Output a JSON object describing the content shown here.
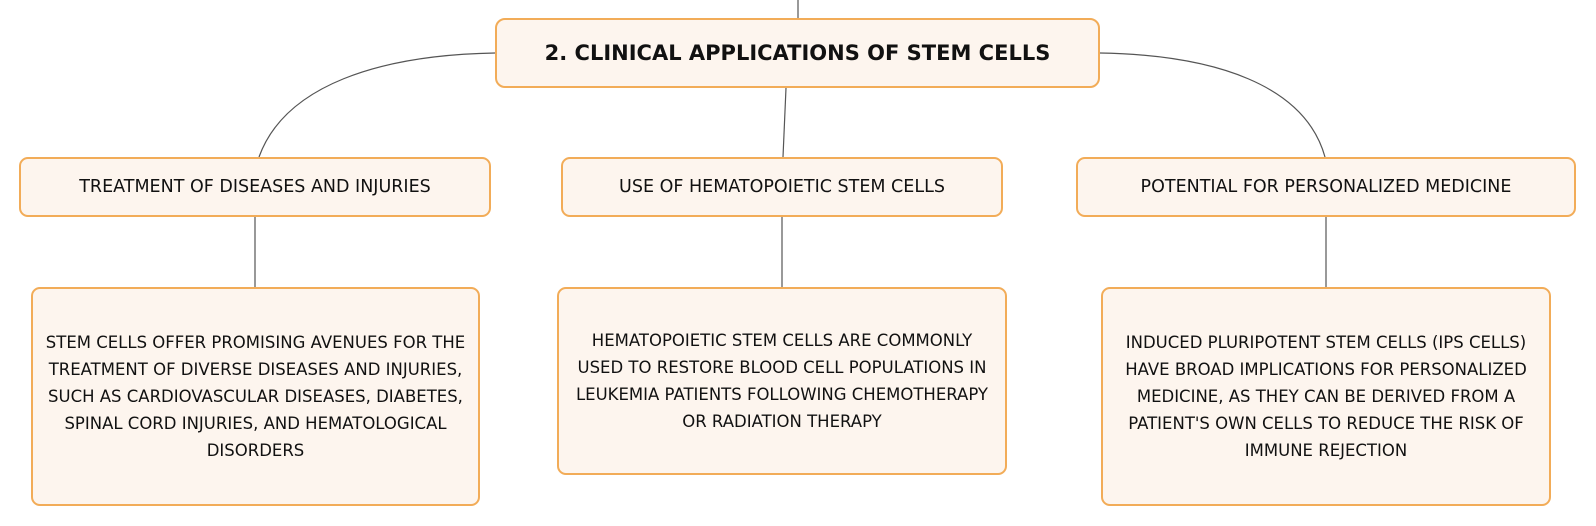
{
  "mindmap": {
    "root": {
      "label": "2. CLINICAL APPLICATIONS OF STEM CELLS"
    },
    "branches": [
      {
        "label": "TREATMENT OF DISEASES AND INJURIES",
        "detail": "STEM CELLS OFFER PROMISING AVENUES FOR THE TREATMENT OF DIVERSE DISEASES AND INJURIES, SUCH AS CARDIOVASCULAR DISEASES, DIABETES, SPINAL CORD INJURIES, AND HEMATOLOGICAL DISORDERS"
      },
      {
        "label": "USE OF HEMATOPOIETIC STEM CELLS",
        "detail": "HEMATOPOIETIC STEM CELLS ARE COMMONLY USED TO RESTORE BLOOD CELL POPULATIONS IN LEUKEMIA PATIENTS FOLLOWING CHEMOTHERAPY OR RADIATION THERAPY"
      },
      {
        "label": "POTENTIAL FOR PERSONALIZED MEDICINE",
        "detail": "INDUCED PLURIPOTENT STEM CELLS (IPS CELLS) HAVE BROAD IMPLICATIONS FOR PERSONALIZED MEDICINE, AS THEY CAN BE DERIVED FROM A PATIENT'S OWN CELLS TO REDUCE THE RISK OF IMMUNE REJECTION"
      }
    ]
  },
  "colors": {
    "node_fill": "#fdf5ee",
    "node_border": "#f2ac58",
    "connector": "#555555",
    "text": "#111111"
  }
}
